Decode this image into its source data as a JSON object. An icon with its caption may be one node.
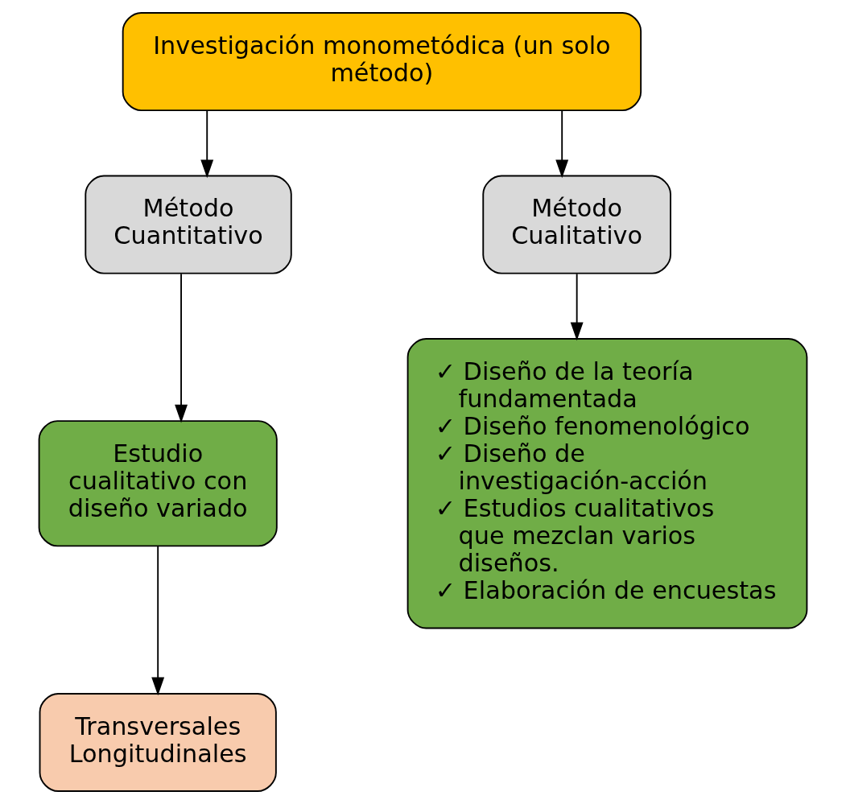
{
  "diagram": {
    "nodes": [
      {
        "text": [
          "Investigación monometódica (un solo método)"
        ]
      },
      {
        "text": [
          "Método Cuantitativo"
        ]
      },
      {
        "text": [
          "Método Cualitativo"
        ]
      },
      {
        "text": [
          "Estudio cualitativo con diseño variado"
        ]
      },
      {
        "text": [
          "Transversales",
          "Longitudinales"
        ]
      },
      {
        "text": [
          "✓ Diseño de la teoría fundamentada",
          "✓ Diseño fenomenológico",
          "✓ Diseño de investigación-acción",
          "✓ Estudios cualitativos que mezclan varios diseños.",
          "✓ Elaboración de encuestas"
        ]
      }
    ],
    "edges": [
      {
        "from": 0,
        "to": 1,
        "arrow": "to"
      },
      {
        "from": 0,
        "to": 2,
        "arrow": "to"
      },
      {
        "from": 1,
        "to": 3,
        "arrow": "to"
      },
      {
        "from": 2,
        "to": 5,
        "arrow": "to"
      },
      {
        "from": 3,
        "to": 4,
        "arrow": "to"
      }
    ]
  }
}
